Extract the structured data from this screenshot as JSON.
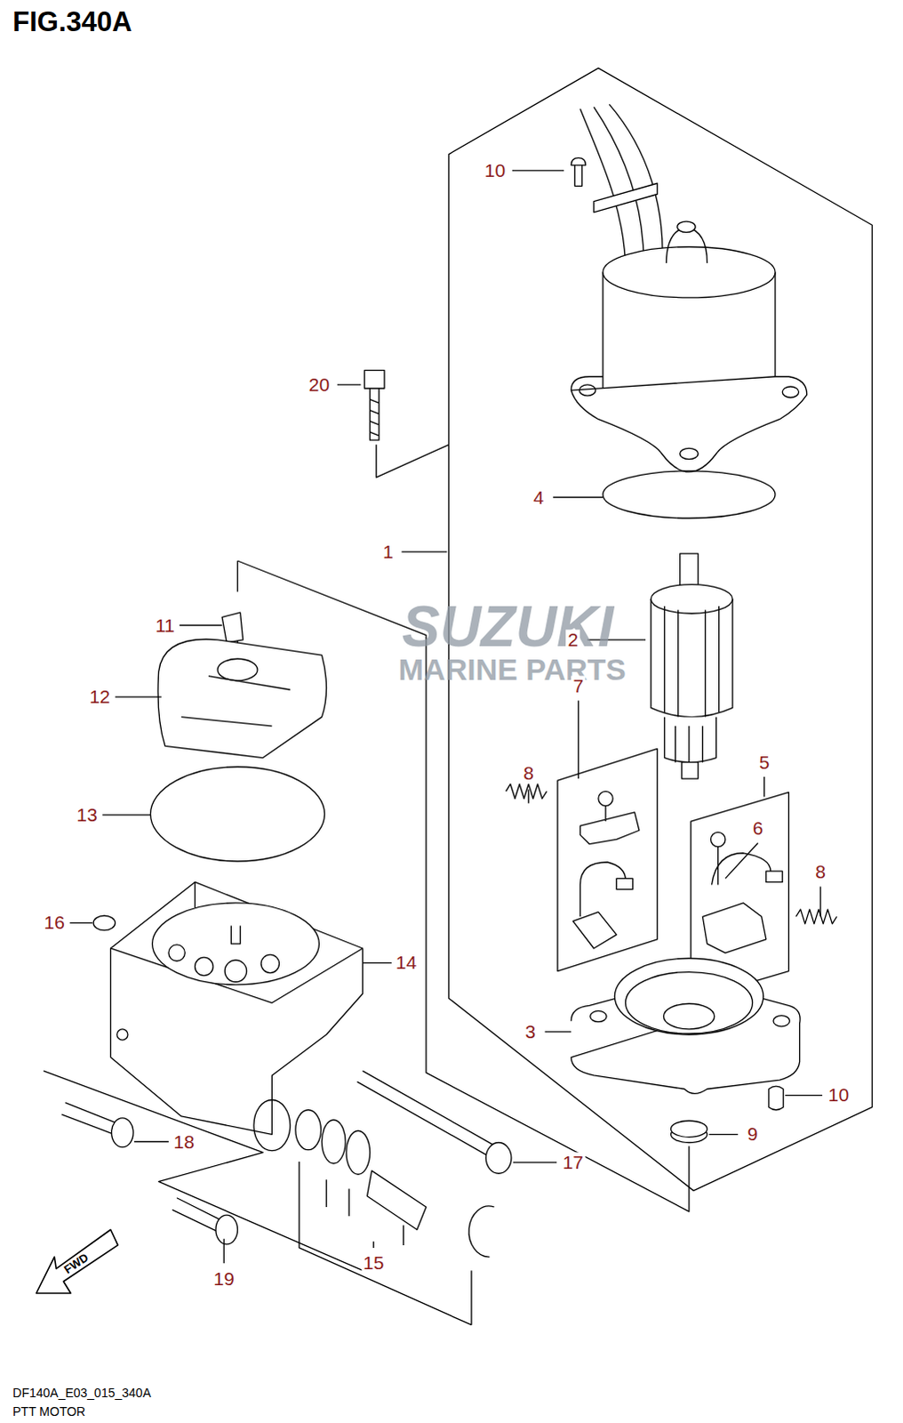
{
  "diagram": {
    "title": "FIG.340A",
    "caption": "PTT MOTOR",
    "labels": [
      "SUZUKI",
      "MARINE PARTS",
      "10",
      "20",
      "4",
      "1",
      "11",
      "2",
      "7",
      "12",
      "8",
      "5",
      "13",
      "6",
      "8",
      "16",
      "14",
      "3",
      "10",
      "9",
      "18",
      "17",
      "15",
      "19",
      "DF140A_E03_015_340A",
      "FWD"
    ]
  }
}
